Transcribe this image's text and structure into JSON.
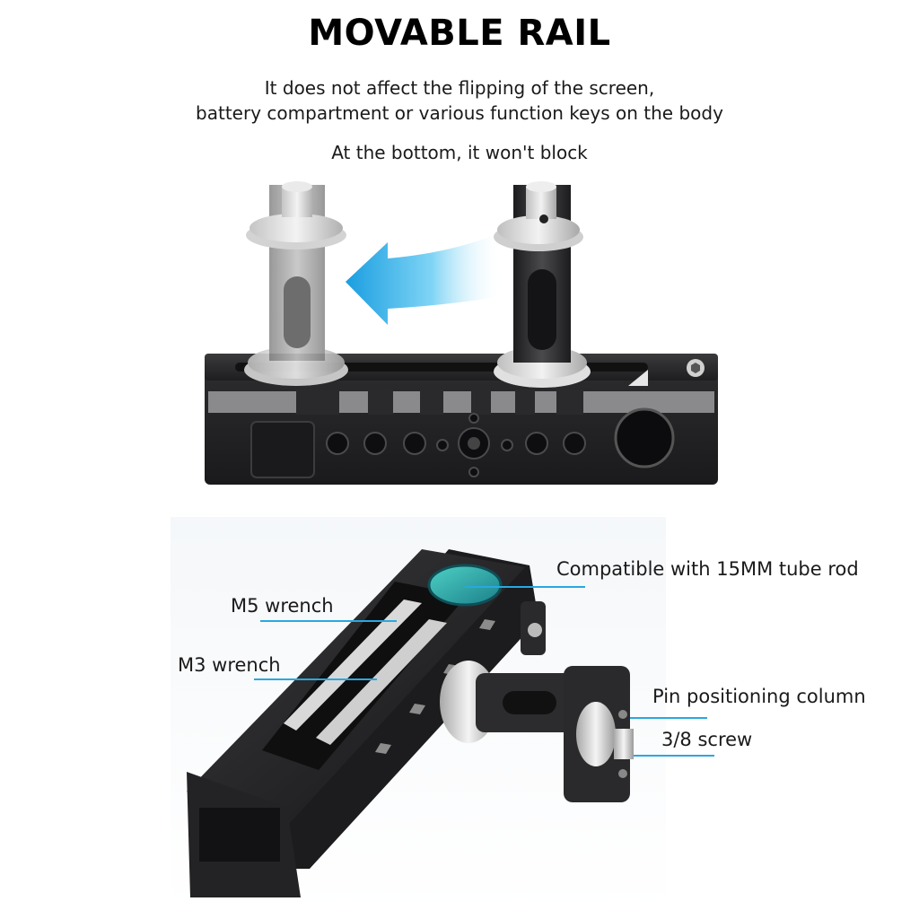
{
  "header": {
    "title": "MOVABLE RAIL",
    "line1": "It does not affect the flipping of the screen,",
    "line2": "battery compartment or various function keys on the body",
    "line3": "At the bottom, it won't block"
  },
  "callouts": {
    "tube_rod": "Compatible with 15MM tube rod",
    "m5": "M5 wrench",
    "m3": "M3 wrench",
    "pin": "Pin positioning column",
    "screw": "3/8 screw"
  },
  "colors": {
    "accent": "#29a8e0",
    "rail": "#2a2a2c",
    "rail_highlight": "#8a8a8c",
    "ghost": "#a9a9a9"
  },
  "icons": {
    "arrow": "move-left-arrow-icon"
  }
}
